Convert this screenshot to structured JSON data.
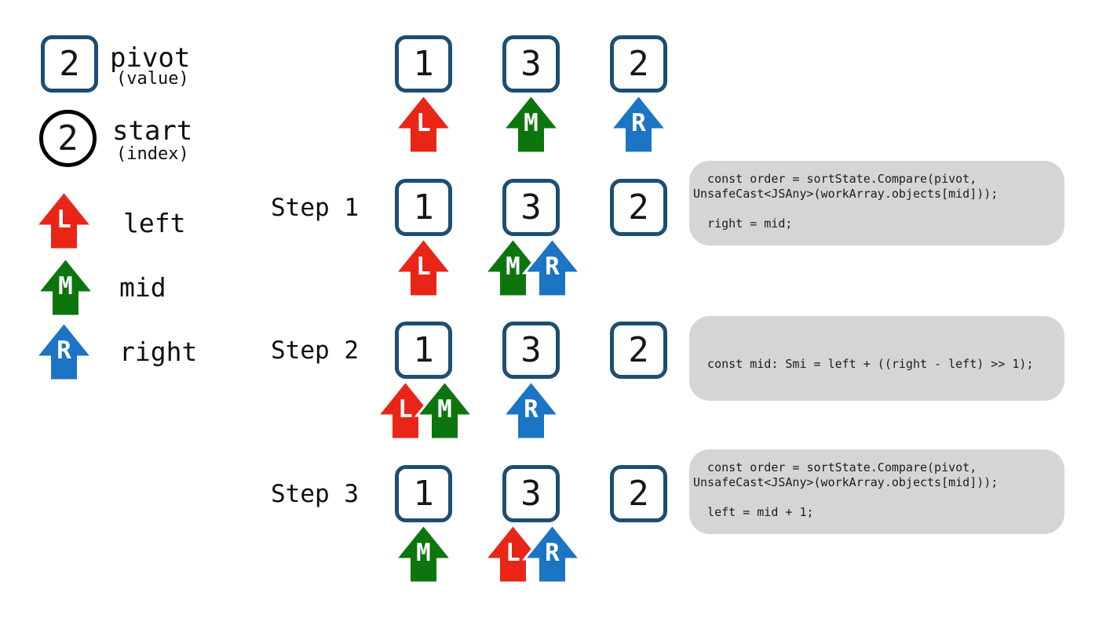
{
  "legend": {
    "pivot_value": "2",
    "pivot_label": "pivot",
    "pivot_sublabel": "(value)",
    "start_value": "2",
    "start_label": "start",
    "start_sublabel": "(index)",
    "pointers": [
      {
        "letter": "L",
        "label": "left"
      },
      {
        "letter": "M",
        "label": "mid"
      },
      {
        "letter": "R",
        "label": "right"
      }
    ]
  },
  "colors": {
    "left_arrow": "#e92517",
    "mid_arrow": "#0d750d",
    "right_arrow": "#1b74c4",
    "box_border": "#1c4e72",
    "code_background": "#d5d5d5"
  },
  "rows": [
    {
      "label": "",
      "cells": [
        "1",
        "3",
        "2"
      ],
      "arrows": [
        {
          "letter": "L"
        },
        {
          "letter": "M"
        },
        {
          "letter": "R"
        }
      ]
    },
    {
      "label": "Step 1",
      "cells": [
        "1",
        "3",
        "2"
      ],
      "arrows": [
        {
          "letter": "L"
        },
        {
          "letter": "M"
        },
        {
          "letter": "R"
        }
      ]
    },
    {
      "label": "Step 2",
      "cells": [
        "1",
        "3",
        "2"
      ],
      "arrows": [
        {
          "letter": "L"
        },
        {
          "letter": "M"
        },
        {
          "letter": "R"
        }
      ]
    },
    {
      "label": "Step 3",
      "cells": [
        "1",
        "3",
        "2"
      ],
      "arrows": [
        {
          "letter": "M"
        },
        {
          "letter": "L"
        },
        {
          "letter": "R"
        }
      ]
    }
  ],
  "code_blocks": [
    {
      "code": "  const order = sortState.Compare(pivot,\nUnsafeCast<JSAny>(workArray.objects[mid]));\n\n  right = mid;"
    },
    {
      "code": "\n\n  const mid: Smi = left + ((right - left) >> 1);"
    },
    {
      "code": "  const order = sortState.Compare(pivot,\nUnsafeCast<JSAny>(workArray.objects[mid]));\n\n  left = mid + 1;"
    }
  ]
}
